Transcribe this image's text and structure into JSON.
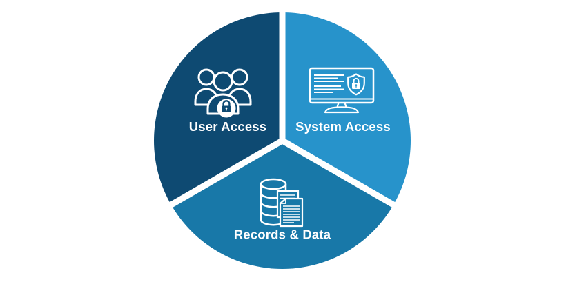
{
  "canvas": {
    "background": "#ffffff"
  },
  "diagram": {
    "type": "three-segment-circle",
    "divider_color": "#ffffff",
    "label_color": "#ffffff",
    "segments": [
      {
        "id": "user-access",
        "label": "User Access",
        "color": "#0E4A72",
        "icon": "users-lock-icon"
      },
      {
        "id": "system-access",
        "label": "System Access",
        "color": "#2793CB",
        "icon": "monitor-shield-icon"
      },
      {
        "id": "records-data",
        "label": "Records & Data",
        "color": "#1878A8",
        "icon": "database-documents-icon"
      }
    ]
  }
}
